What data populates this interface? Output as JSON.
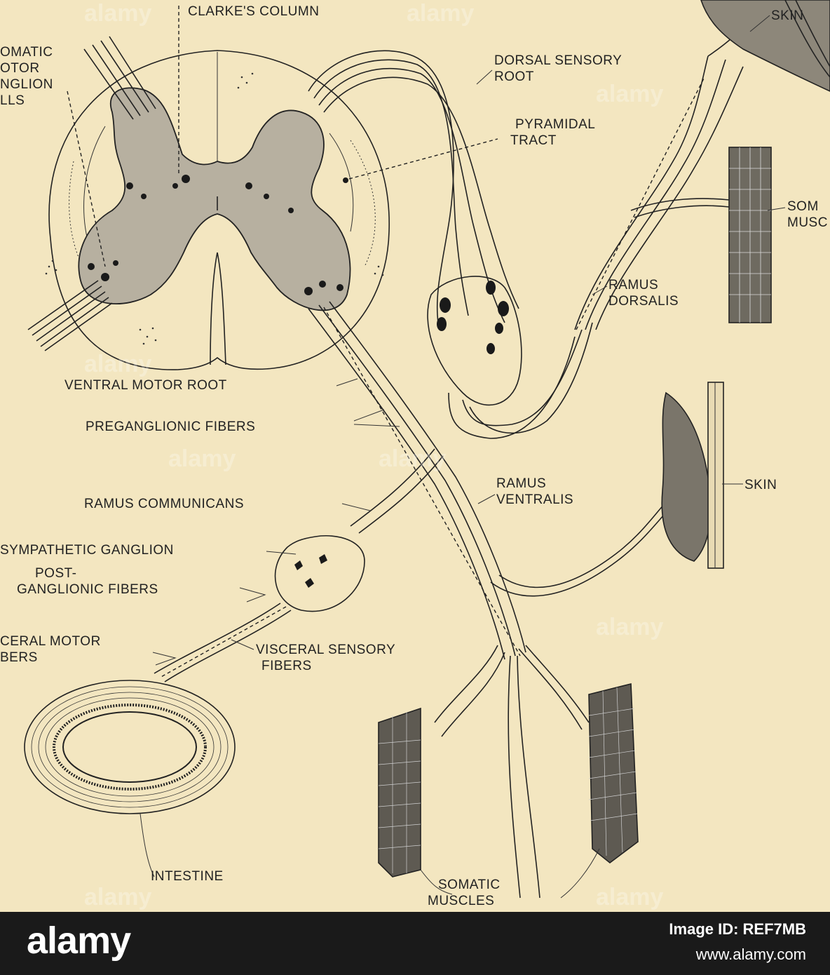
{
  "labels": {
    "clarkes_column": "CLARKE'S COLUMN",
    "skin_top": "SKIN",
    "somatic_motor_1": "OMATIC",
    "somatic_motor_2": "OTOR",
    "somatic_motor_3": "NGLION",
    "somatic_motor_4": "LLS",
    "dorsal_sensory_root_1": "DORSAL SENSORY",
    "dorsal_sensory_root_2": "ROOT",
    "pyramidal_tract_1": "PYRAMIDAL",
    "pyramidal_tract_2": "TRACT",
    "somatic_muscle_right_1": "SOM",
    "somatic_muscle_right_2": "MUSC",
    "ramus_dorsalis_1": "RAMUS",
    "ramus_dorsalis_2": "DORSALIS",
    "ventral_motor_root": "VENTRAL MOTOR ROOT",
    "preganglionic_fibers": "PREGANGLIONIC FIBERS",
    "skin_right": "SKIN",
    "ramus_ventralis_1": "RAMUS",
    "ramus_ventralis_2": "VENTRALIS",
    "ramus_communicans": "RAMUS COMMUNICANS",
    "sympathetic_ganglion": "SYMPATHETIC GANGLION",
    "postganglionic_1": "POST-",
    "postganglionic_2": "GANGLIONIC FIBERS",
    "visceral_motor_1": "CERAL MOTOR",
    "visceral_motor_2": "BERS",
    "visceral_sensory_1": "VISCERAL SENSORY",
    "visceral_sensory_2": "FIBERS",
    "intestine": "INTESTINE",
    "somatic_muscles_1": "SOMATIC",
    "somatic_muscles_2": "MUSCLES"
  },
  "watermark": "alamy",
  "footer": {
    "brand": "alamy",
    "image_id": "Image ID: REF7MB",
    "url": "www.alamy.com"
  },
  "colors": {
    "paper": "#f3e6c0",
    "ink": "#222222",
    "grey_matter": "#b7b0a0",
    "footer_bg": "#1a1a1a"
  }
}
